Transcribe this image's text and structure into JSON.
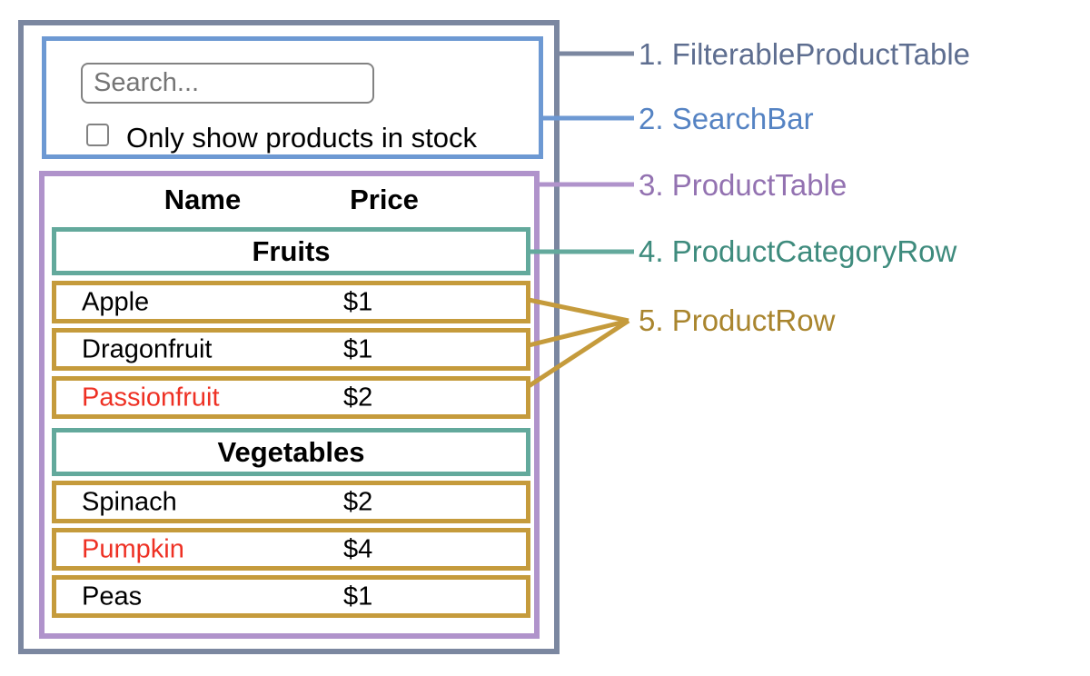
{
  "search_bar": {
    "placeholder": "Search...",
    "checkbox_label": "Only show products in stock",
    "checkbox_checked": false
  },
  "table": {
    "headers": {
      "name": "Name",
      "price": "Price"
    },
    "sections": [
      {
        "category": "Fruits",
        "rows": [
          {
            "name": "Apple",
            "price": "$1",
            "out_of_stock": false
          },
          {
            "name": "Dragonfruit",
            "price": "$1",
            "out_of_stock": false
          },
          {
            "name": "Passionfruit",
            "price": "$2",
            "out_of_stock": true
          }
        ]
      },
      {
        "category": "Vegetables",
        "rows": [
          {
            "name": "Spinach",
            "price": "$2",
            "out_of_stock": false
          },
          {
            "name": "Pumpkin",
            "price": "$4",
            "out_of_stock": true
          },
          {
            "name": "Peas",
            "price": "$1",
            "out_of_stock": false
          }
        ]
      }
    ]
  },
  "legend": {
    "items": [
      {
        "label": "1. FilterableProductTable",
        "text_color": "#5e6e90",
        "line_color": "#7b87a0"
      },
      {
        "label": "2. SearchBar",
        "text_color": "#5583c3",
        "line_color": "#6d99d3"
      },
      {
        "label": "3. ProductTable",
        "text_color": "#9372b1",
        "line_color": "#b093cb"
      },
      {
        "label": "4. ProductCategoryRow",
        "text_color": "#3e8b7d",
        "line_color": "#63a99c"
      },
      {
        "label": "5. ProductRow",
        "text_color": "#a9852e",
        "line_color": "#c59b3c"
      }
    ]
  },
  "colors": {
    "outer_box": "#7b87a0",
    "searchbar_box": "#6d99d3",
    "product_table_box": "#b093cb",
    "category_row_box": "#63a99c",
    "product_row_box": "#c59b3c",
    "out_of_stock_text": "#ee3124",
    "table_text": "#000000",
    "input_border": "#828282",
    "placeholder_text": "#757575"
  }
}
